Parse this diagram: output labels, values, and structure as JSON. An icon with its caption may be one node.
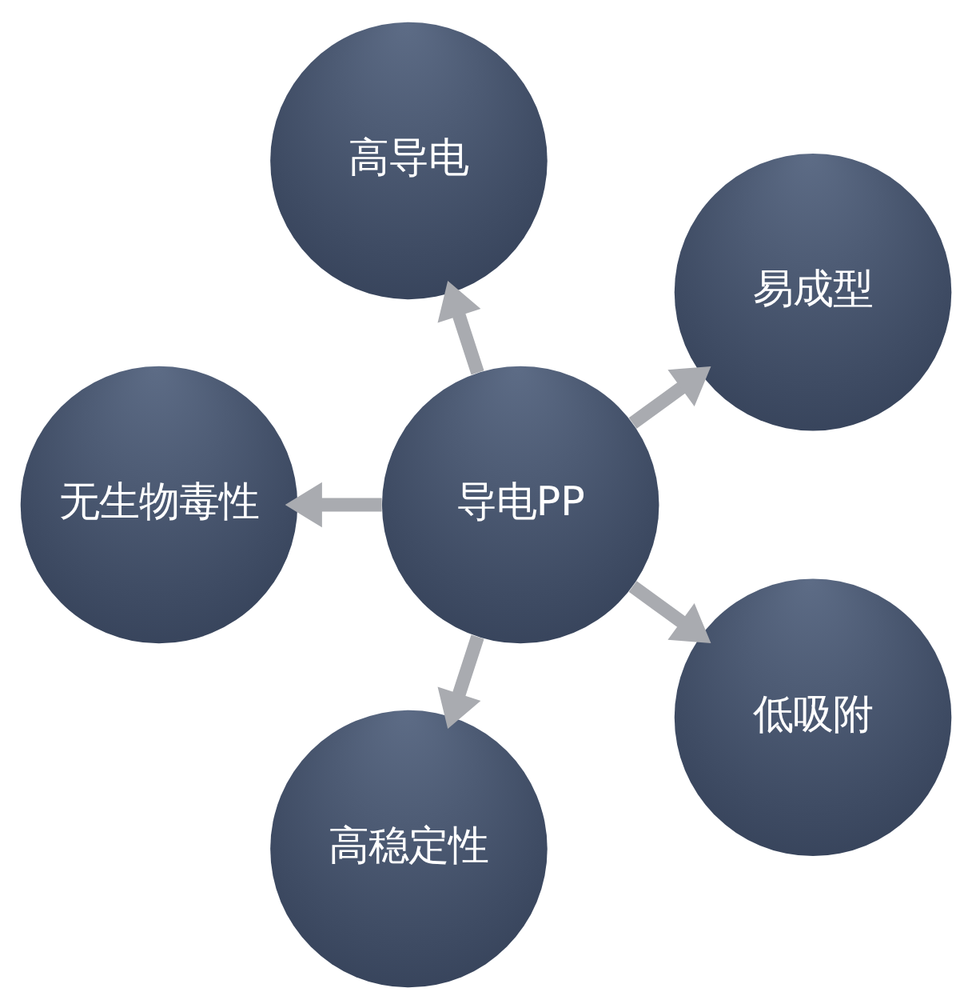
{
  "diagram": {
    "nodes": [
      {
        "text": [
          "高导电"
        ]
      },
      {
        "text": [
          "无生物毒性"
        ]
      },
      {
        "text": [
          "易成型"
        ]
      },
      {
        "text": [
          "导电PP"
        ]
      },
      {
        "text": [
          "高稳定性"
        ]
      },
      {
        "text": [
          "低吸附"
        ]
      }
    ],
    "edges": [
      {
        "from": 3,
        "to": 0,
        "arrow": "to"
      },
      {
        "from": 3,
        "to": 2,
        "arrow": "to"
      },
      {
        "from": 3,
        "to": 5,
        "arrow": "to"
      },
      {
        "from": 3,
        "to": 4,
        "arrow": "to"
      },
      {
        "from": 3,
        "to": 1,
        "arrow": "to"
      }
    ]
  }
}
